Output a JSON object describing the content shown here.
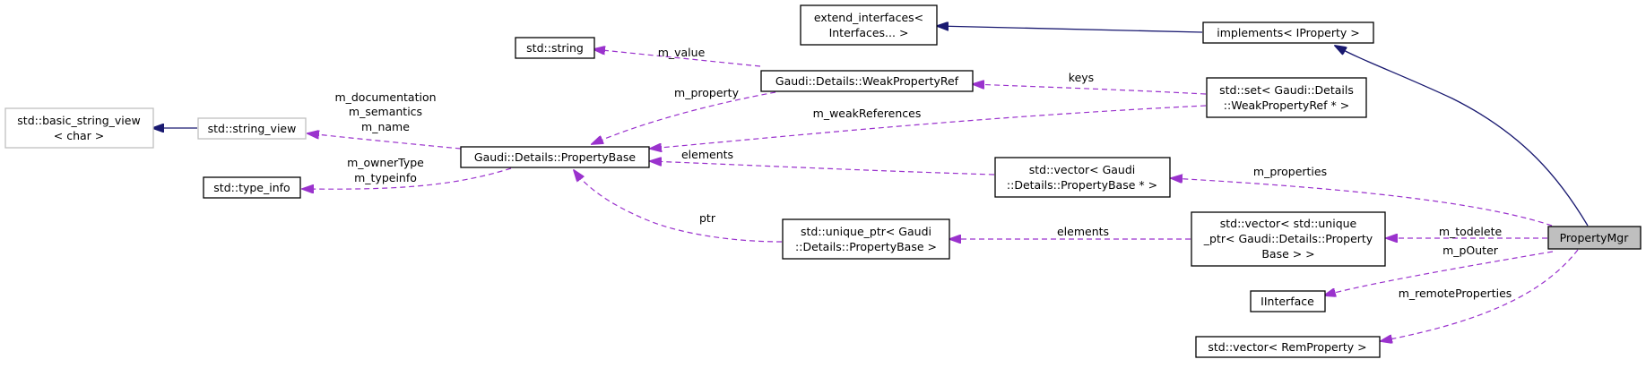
{
  "nodes": {
    "basic_string_view": [
      "std::basic_string_view",
      "< char >"
    ],
    "string_view": [
      "std::string_view"
    ],
    "type_info": [
      "std::type_info"
    ],
    "string": [
      "std::string"
    ],
    "extend_interfaces": [
      "extend_interfaces<",
      "Interfaces... >"
    ],
    "implements": [
      "implements< IProperty >"
    ],
    "weak_property_ref": [
      "Gaudi::Details::WeakPropertyRef"
    ],
    "set_weak": [
      "std::set< Gaudi::Details",
      "::WeakPropertyRef * >"
    ],
    "property_base": [
      "Gaudi::Details::PropertyBase"
    ],
    "vector_property_base": [
      "std::vector< Gaudi",
      "::Details::PropertyBase * >"
    ],
    "unique_ptr": [
      "std::unique_ptr< Gaudi",
      "::Details::PropertyBase >"
    ],
    "vector_unique": [
      "std::vector< std::unique",
      "_ptr< Gaudi::Details::Property",
      "Base > >"
    ],
    "iinterface": [
      "IInterface"
    ],
    "vector_rem": [
      "std::vector< RemProperty >"
    ],
    "property_mgr": [
      "PropertyMgr"
    ]
  },
  "edge_labels": {
    "m_value": "m_value",
    "m_property": "m_property",
    "keys": "keys",
    "m_weakReferences": "m_weakReferences",
    "string_view_members": [
      "m_documentation",
      "m_semantics",
      "m_name"
    ],
    "type_info_members": [
      "m_ownerType",
      "m_typeinfo"
    ],
    "elements_vector": "elements",
    "ptr": "ptr",
    "elements_unique": "elements",
    "m_properties": "m_properties",
    "m_todelete": "m_todelete",
    "m_pOuter": "m_pOuter",
    "m_remoteProperties": "m_remoteProperties"
  },
  "colors": {
    "inheritance_edge": "#191970",
    "usage_edge": "#9a32cd",
    "highlight_fill": "#bfbfbf",
    "incomplete_border": "#bfbfbf"
  }
}
